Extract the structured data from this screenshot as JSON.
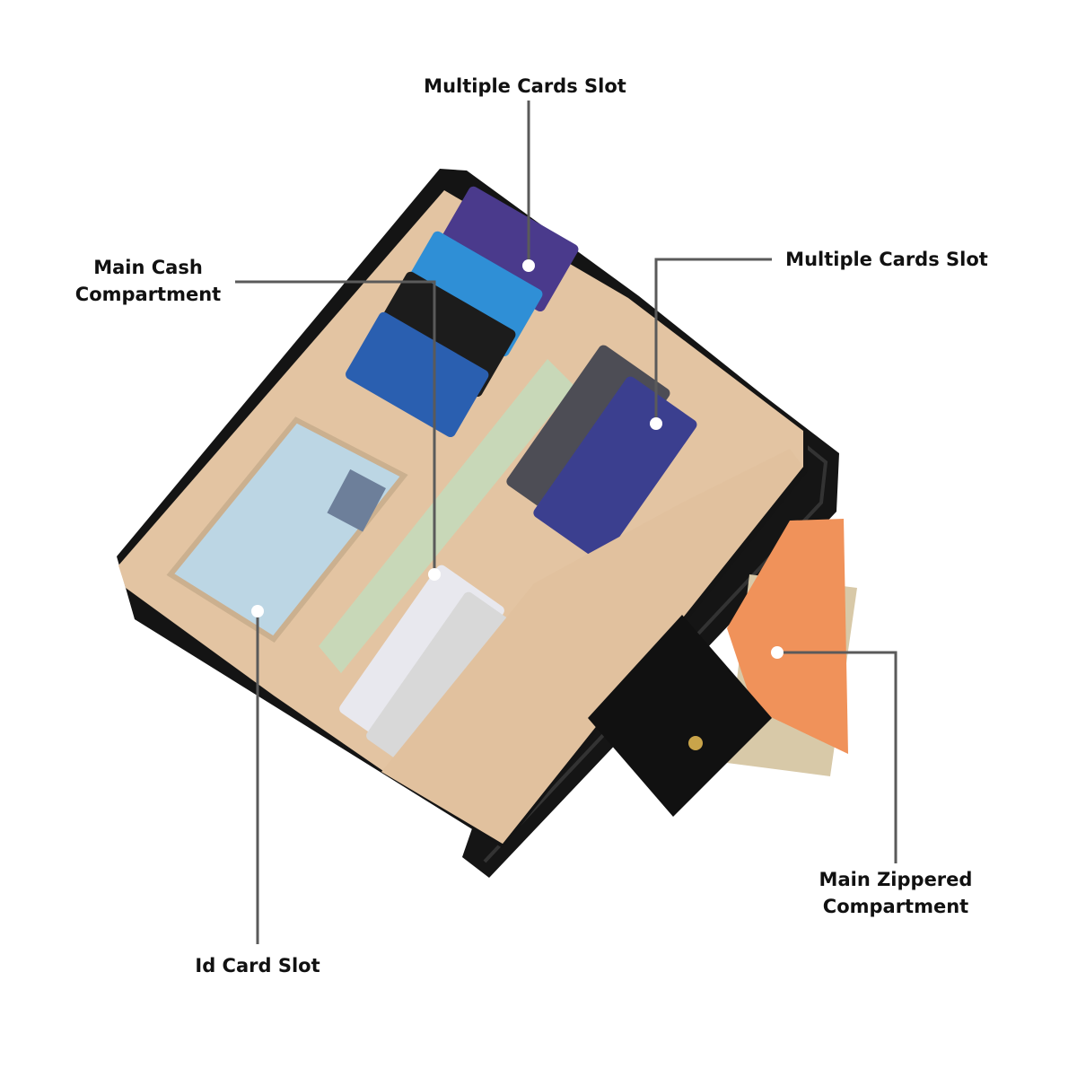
{
  "callouts": {
    "top_cards": "Multiple Cards Slot",
    "cash_line1": "Main Cash",
    "cash_line2": "Compartment",
    "right_cards": "Multiple Cards Slot",
    "zip_line1": "Main Zippered",
    "zip_line2": "Compartment",
    "id_card": "Id Card Slot"
  },
  "colors": {
    "leader_line": "#5a5a5a",
    "wallet_exterior": "#141414",
    "wallet_interior": "#e3c4a2",
    "banknote": "#f0925a",
    "dot": "#ffffff"
  }
}
